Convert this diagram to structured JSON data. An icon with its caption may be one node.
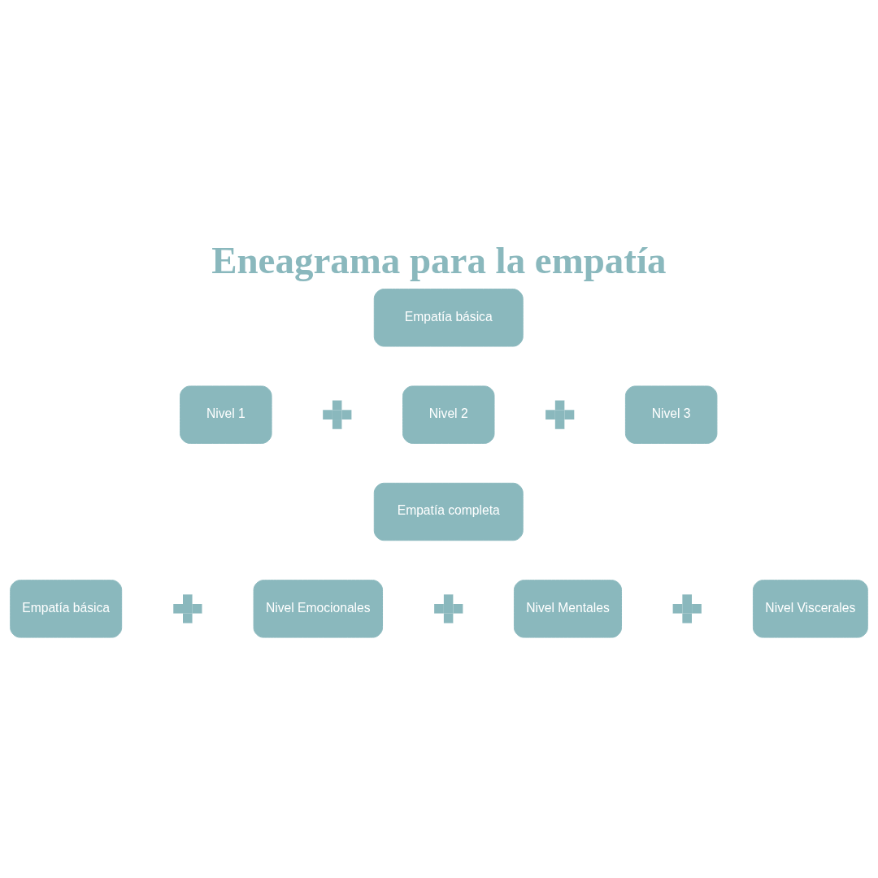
{
  "diagram": {
    "title": "Eneagrama para la empatía",
    "nodes": [
      {
        "text": [
          "Empatía básica"
        ]
      },
      {
        "text": [
          "Nivel 1"
        ]
      },
      {
        "text": [],
        "shape": "plus"
      },
      {
        "text": [
          "Nivel 2"
        ]
      },
      {
        "text": [],
        "shape": "plus"
      },
      {
        "text": [
          "Nivel 3"
        ]
      },
      {
        "text": [
          "Empatía completa"
        ]
      },
      {
        "text": [
          "Empatía básica"
        ]
      },
      {
        "text": [],
        "shape": "plus"
      },
      {
        "text": [
          "Nivel Emocionales"
        ]
      },
      {
        "text": [],
        "shape": "plus"
      },
      {
        "text": [
          "Nivel Mentales"
        ]
      },
      {
        "text": [],
        "shape": "plus"
      },
      {
        "text": [
          "Nivel Viscerales"
        ]
      }
    ]
  }
}
